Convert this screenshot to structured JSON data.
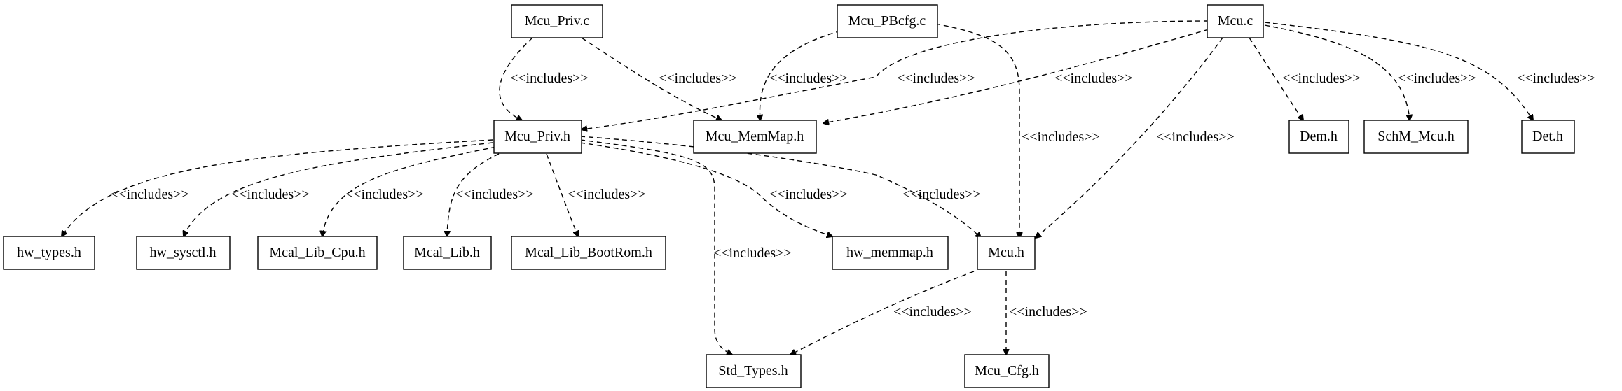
{
  "nodes": [
    {
      "id": "mcu_priv_c",
      "label": "Mcu_Priv.c"
    },
    {
      "id": "mcu_pbcfg_c",
      "label": "Mcu_PBcfg.c"
    },
    {
      "id": "mcu_c",
      "label": "Mcu.c"
    },
    {
      "id": "mcu_priv_h",
      "label": "Mcu_Priv.h"
    },
    {
      "id": "mcu_memmap_h",
      "label": "Mcu_MemMap.h"
    },
    {
      "id": "dem_h",
      "label": "Dem.h"
    },
    {
      "id": "schm_mcu_h",
      "label": "SchM_Mcu.h"
    },
    {
      "id": "det_h",
      "label": "Det.h"
    },
    {
      "id": "hw_types_h",
      "label": "hw_types.h"
    },
    {
      "id": "hw_sysctl_h",
      "label": "hw_sysctl.h"
    },
    {
      "id": "mcal_lib_cpu_h",
      "label": "Mcal_Lib_Cpu.h"
    },
    {
      "id": "mcal_lib_h",
      "label": "Mcal_Lib.h"
    },
    {
      "id": "mcal_lib_bootrom_h",
      "label": "Mcal_Lib_BootRom.h"
    },
    {
      "id": "hw_memmap_h",
      "label": "hw_memmap.h"
    },
    {
      "id": "mcu_h",
      "label": "Mcu.h"
    },
    {
      "id": "std_types_h",
      "label": "Std_Types.h"
    },
    {
      "id": "mcu_cfg_h",
      "label": "Mcu_Cfg.h"
    }
  ],
  "edges": [
    {
      "from": "mcu_priv_c",
      "to": "mcu_priv_h",
      "label": "<<includes>>"
    },
    {
      "from": "mcu_priv_c",
      "to": "mcu_memmap_h",
      "label": "<<includes>>"
    },
    {
      "from": "mcu_pbcfg_c",
      "to": "mcu_memmap_h",
      "label": "<<includes>>"
    },
    {
      "from": "mcu_pbcfg_c",
      "to": "mcu_h",
      "label": "<<includes>>"
    },
    {
      "from": "mcu_c",
      "to": "mcu_priv_h",
      "label": "<<includes>>"
    },
    {
      "from": "mcu_c",
      "to": "mcu_memmap_h",
      "label": "<<includes>>"
    },
    {
      "from": "mcu_c",
      "to": "mcu_h",
      "label": "<<includes>>"
    },
    {
      "from": "mcu_c",
      "to": "dem_h",
      "label": "<<includes>>"
    },
    {
      "from": "mcu_c",
      "to": "schm_mcu_h",
      "label": "<<includes>>"
    },
    {
      "from": "mcu_c",
      "to": "det_h",
      "label": "<<includes>>"
    },
    {
      "from": "mcu_priv_h",
      "to": "hw_types_h",
      "label": "<<includes>>"
    },
    {
      "from": "mcu_priv_h",
      "to": "hw_sysctl_h",
      "label": "<<includes>>"
    },
    {
      "from": "mcu_priv_h",
      "to": "mcal_lib_cpu_h",
      "label": "<<includes>>"
    },
    {
      "from": "mcu_priv_h",
      "to": "mcal_lib_h",
      "label": "<<includes>>"
    },
    {
      "from": "mcu_priv_h",
      "to": "mcal_lib_bootrom_h",
      "label": "<<includes>>"
    },
    {
      "from": "mcu_priv_h",
      "to": "std_types_h",
      "label": "<<includes>>"
    },
    {
      "from": "mcu_priv_h",
      "to": "hw_memmap_h",
      "label": "<<includes>>"
    },
    {
      "from": "mcu_priv_h",
      "to": "mcu_h",
      "label": "<<includes>>"
    },
    {
      "from": "mcu_h",
      "to": "std_types_h",
      "label": "<<includes>>"
    },
    {
      "from": "mcu_h",
      "to": "mcu_cfg_h",
      "label": "<<includes>>"
    }
  ]
}
